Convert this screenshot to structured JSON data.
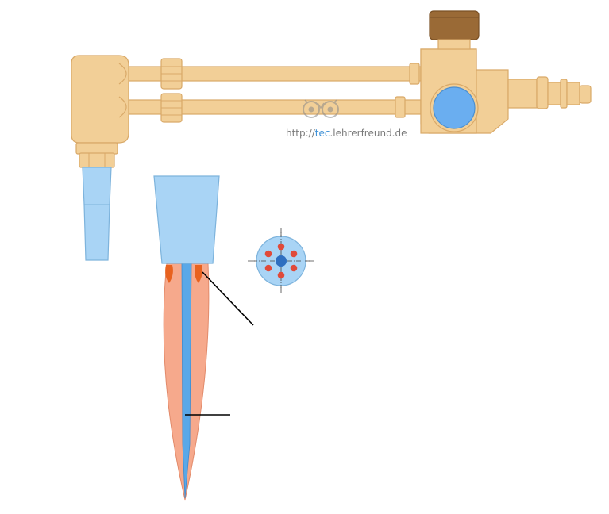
{
  "watermark": {
    "prefix": "http://",
    "highlight": "tec",
    "suffix": ".lehrerfreund.de"
  },
  "colors": {
    "brass": "#f2cf97",
    "brass_stroke": "#d9a968",
    "knob": "#9a6a36",
    "nozzle_blue": "#a9d4f5",
    "flame_outer": "#f6a98c",
    "flame_inner": "#5aa8e8",
    "flame_tip": "#e8621f",
    "port_red": "#e04a3a",
    "port_center": "#2f6fc0",
    "leader_line": "#000000",
    "watermark_text": "#7a7a7a",
    "watermark_highlight": "#3b8fd6"
  }
}
